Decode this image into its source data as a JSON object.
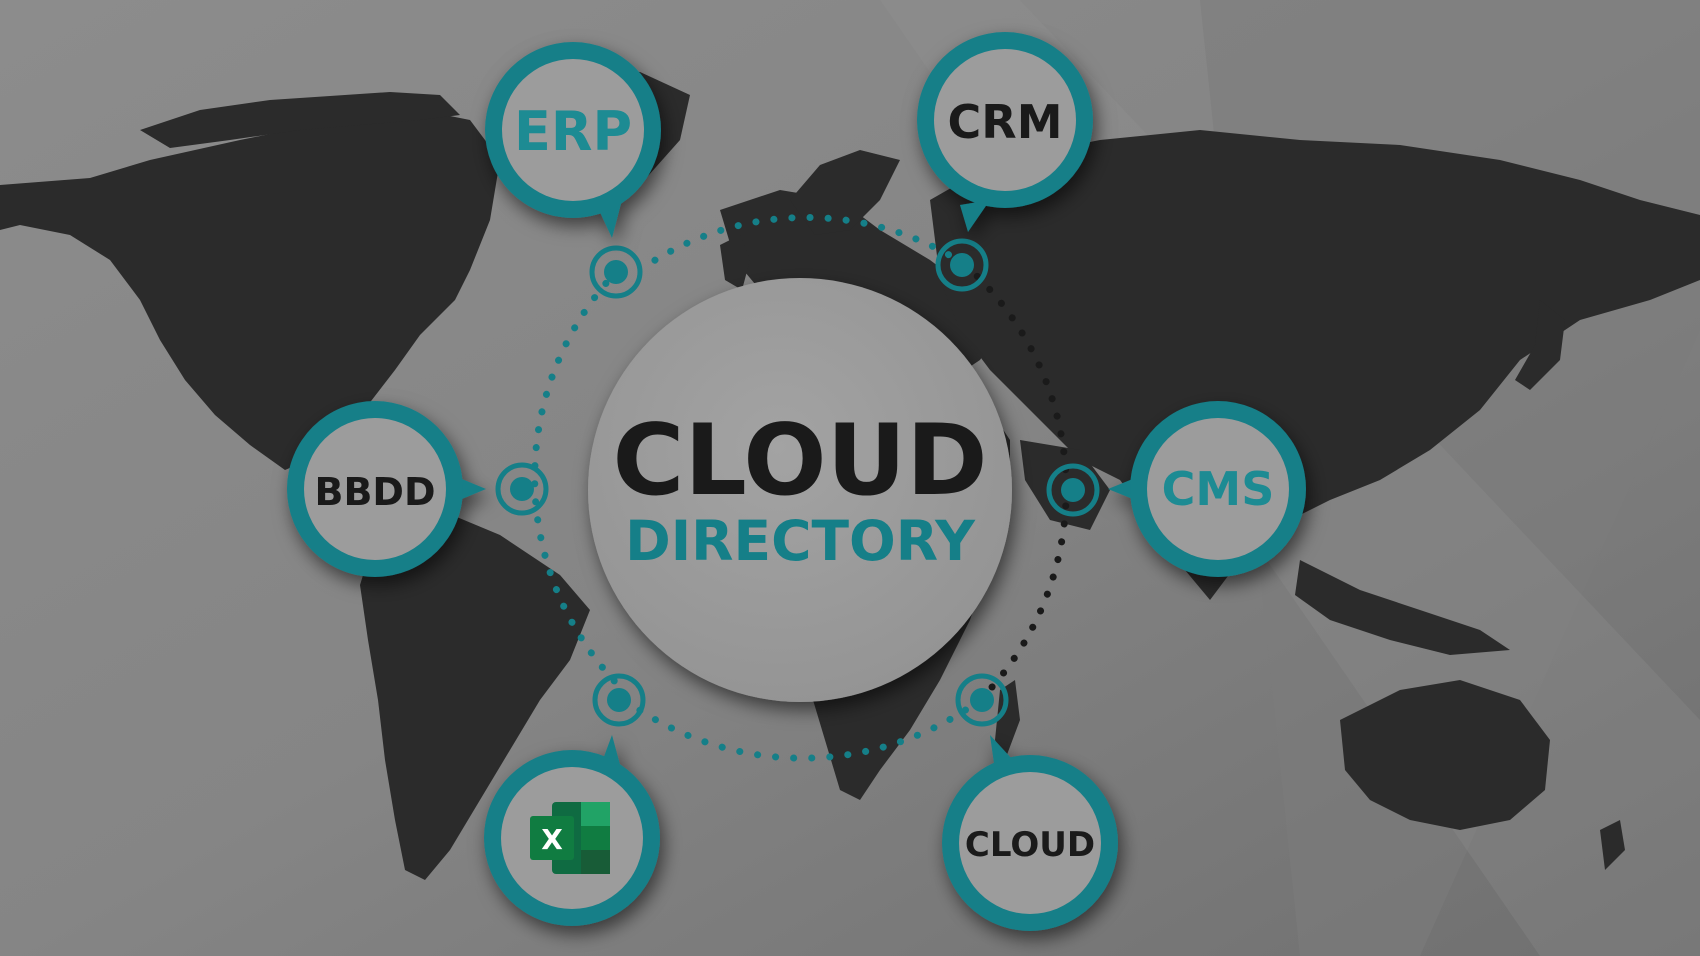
{
  "center": {
    "title": "CLOUD",
    "subtitle": "DIRECTORY"
  },
  "nodes": [
    {
      "id": "erp",
      "label": "ERP",
      "label_color": "#1d8b93"
    },
    {
      "id": "crm",
      "label": "CRM",
      "label_color": "#1a1a1a"
    },
    {
      "id": "bbdd",
      "label": "BBDD",
      "label_color": "#1a1a1a"
    },
    {
      "id": "cms",
      "label": "CMS",
      "label_color": "#1d8b93"
    },
    {
      "id": "excel",
      "label": "",
      "icon": "excel-icon",
      "icon_letter": "X"
    },
    {
      "id": "cloud",
      "label": "CLOUD",
      "label_color": "#1a1a1a"
    }
  ],
  "colors": {
    "background": "#8a8a8a",
    "map": "#2b2b2b",
    "accent": "#157f88",
    "dark": "#1a1a1a",
    "node_fill": "#9c9c9c"
  }
}
